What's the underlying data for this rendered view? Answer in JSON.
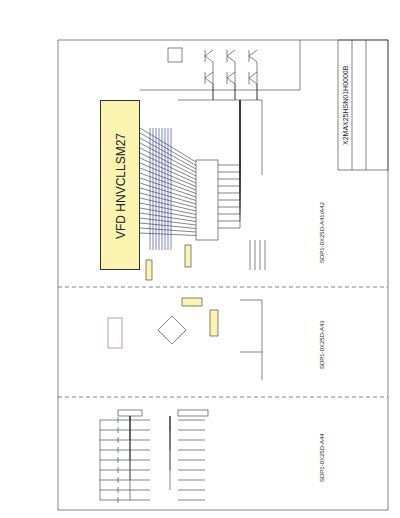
{
  "diagram": {
    "title": "X2MAX25HSN01H0000B",
    "nodes": [
      {
        "text": [
          "VFD HNVCLLSM27"
        ]
      }
    ],
    "labels": [
      "SDP1-0X25D-A41/A42",
      "SDP1-0X25D-A43",
      "SDP1-0X25D-A44"
    ]
  }
}
